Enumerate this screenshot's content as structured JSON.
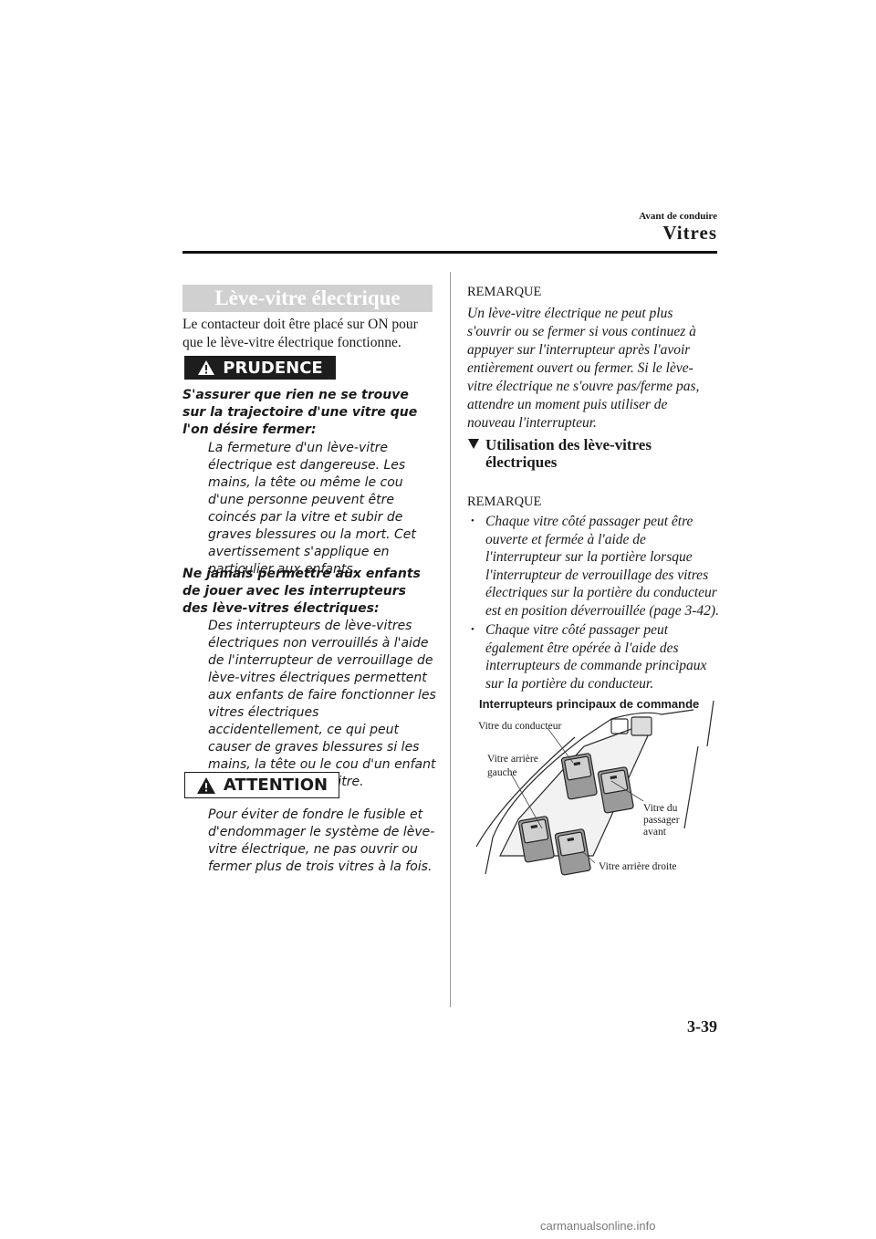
{
  "header": {
    "chapter": "Avant de conduire",
    "section": "Vitres"
  },
  "left": {
    "banner": "Lève-vitre électrique",
    "intro": "Le contacteur doit être placé sur ON pour que le lève-vitre électrique fonctionne.",
    "prudence": {
      "label": "PRUDENCE",
      "heading1": "S'assurer que rien ne se trouve sur la trajectoire d'une vitre que l'on désire fermer:",
      "body1": "La fermeture d'un lève-vitre électrique est dangereuse. Les mains, la tête ou même le cou d'une personne peuvent être coincés par la vitre et subir de graves blessures ou la mort. Cet avertissement s'applique en particulier aux enfants.",
      "heading2": "Ne jamais permettre aux enfants de jouer avec les interrupteurs des lève-vitres électriques:",
      "body2": "Des interrupteurs de lève-vitres électriques non verrouillés à l'aide de l'interrupteur de verrouillage de lève-vitres électriques permettent aux enfants de faire fonctionner les vitres électriques accidentellement, ce qui peut causer de graves blessures si les mains, la tête ou le cou d'un enfant est coincé par une vitre."
    },
    "attention": {
      "label": "ATTENTION",
      "body": "Pour éviter de fondre le fusible et d'endommager le système de lève-vitre électrique, ne pas ouvrir ou fermer plus de trois vitres à la fois."
    }
  },
  "right": {
    "remark1_label": "REMARQUE",
    "remark1_body": "Un lève-vitre électrique ne peut plus s'ouvrir ou se fermer si vous continuez à appuyer sur l'interrupteur après l'avoir entièrement ouvert ou fermer. Si le lève-vitre électrique ne s'ouvre pas/ferme pas, attendre un moment puis utiliser de nouveau l'interrupteur.",
    "subsection_title": "Utilisation des lève-vitres électriques",
    "remark2_label": "REMARQUE",
    "notes": [
      "Chaque vitre côté passager peut être ouverte et fermée à l'aide de l'interrupteur sur la portière lorsque l'interrupteur de verrouillage des vitres électriques sur la portière du conducteur est en position déverrouillée (page 3-42).",
      "Chaque vitre côté passager peut également être opérée à l'aide des interrupteurs de commande principaux sur la portière du conducteur."
    ],
    "figure": {
      "title": "Interrupteurs principaux de commande",
      "labels": {
        "driver": "Vitre du conducteur",
        "rear_left_1": "Vitre arrière",
        "rear_left_2": "gauche",
        "front_pass_1": "Vitre du",
        "front_pass_2": "passager",
        "front_pass_3": "avant",
        "rear_right": "Vitre arrière droite"
      }
    }
  },
  "page_number": "3-39",
  "footer": "carmanualsonline.info"
}
